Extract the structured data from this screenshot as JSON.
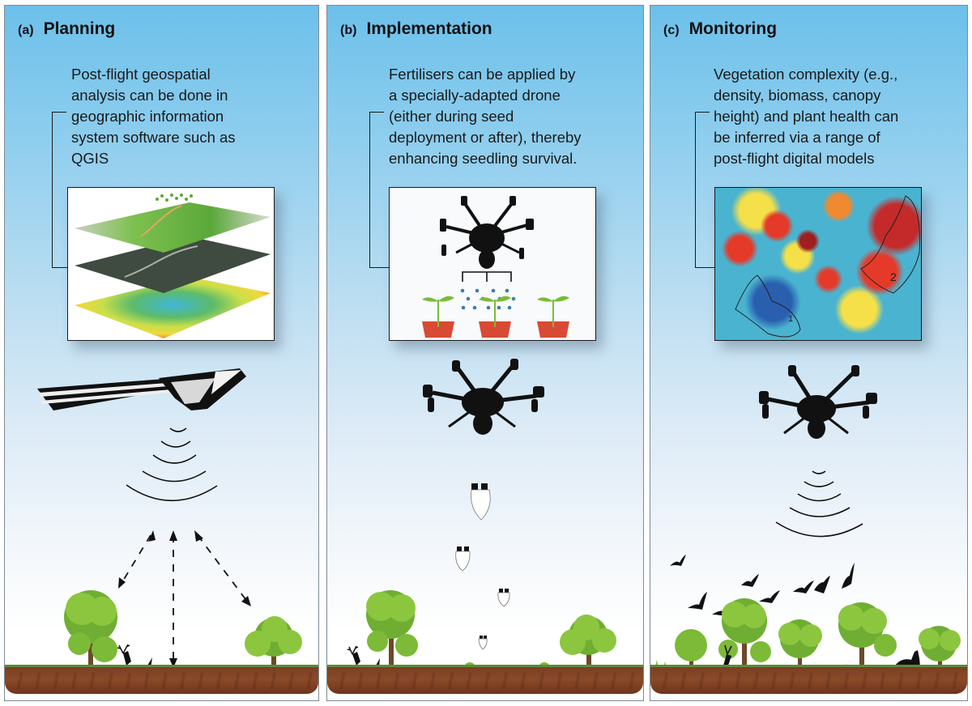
{
  "figure": {
    "panels": [
      {
        "id": "a",
        "letter": "(a)",
        "title": "Planning",
        "caption": "Post-flight geospatial\nanalysis can be done in\ngeographic information\nsystem software such as\nQGIS",
        "inset": {
          "description": "Stacked GIS map layers",
          "layers": [
            "vegetation map",
            "satellite imagery",
            "interpolated heat map"
          ]
        },
        "drone": "fixed-wing-drone",
        "scene_elements": [
          "signal-waves",
          "dashed-arrows",
          "tree",
          "deer",
          "tree",
          "grass"
        ]
      },
      {
        "id": "b",
        "letter": "(b)",
        "title": "Implementation",
        "caption": "Fertilisers can be applied by\na specially-adapted drone\n(either during seed\ndeployment or after), thereby\nenhancing seedling survival.",
        "inset": {
          "description": "Hexacopter dispersing fertiliser onto three seedlings",
          "seedling_count": 3
        },
        "drone": "hexacopter-drone",
        "scene_elements": [
          "seed-pods",
          "tree",
          "deer",
          "saplings",
          "tree"
        ],
        "seed_pod_count": 4
      },
      {
        "id": "c",
        "letter": "(c)",
        "title": "Monitoring",
        "caption": "Vegetation complexity (e.g.,\ndensity, biomass, canopy\nheight) and plant health can\nbe inferred via a range of\npost-flight digital models",
        "inset": {
          "description": "Vegetation raster heat map with outlined zones",
          "zone_labels": [
            "1",
            "2"
          ]
        },
        "drone": "hexacopter-drone",
        "scene_elements": [
          "signal-waves",
          "birds",
          "trees",
          "deer",
          "wolf"
        ],
        "bird_count": 9
      }
    ],
    "colors": {
      "sky_top": "#6cc0ea",
      "sky_bottom": "#ffffff",
      "soil": "#7a3f22",
      "grass": "#5e8a3a",
      "tree_light": "#8cc63f",
      "tree_dark": "#5a9a2a",
      "trunk": "#6b4a2a",
      "silhouette": "#111111",
      "panel_border": "#7d8a93"
    }
  }
}
